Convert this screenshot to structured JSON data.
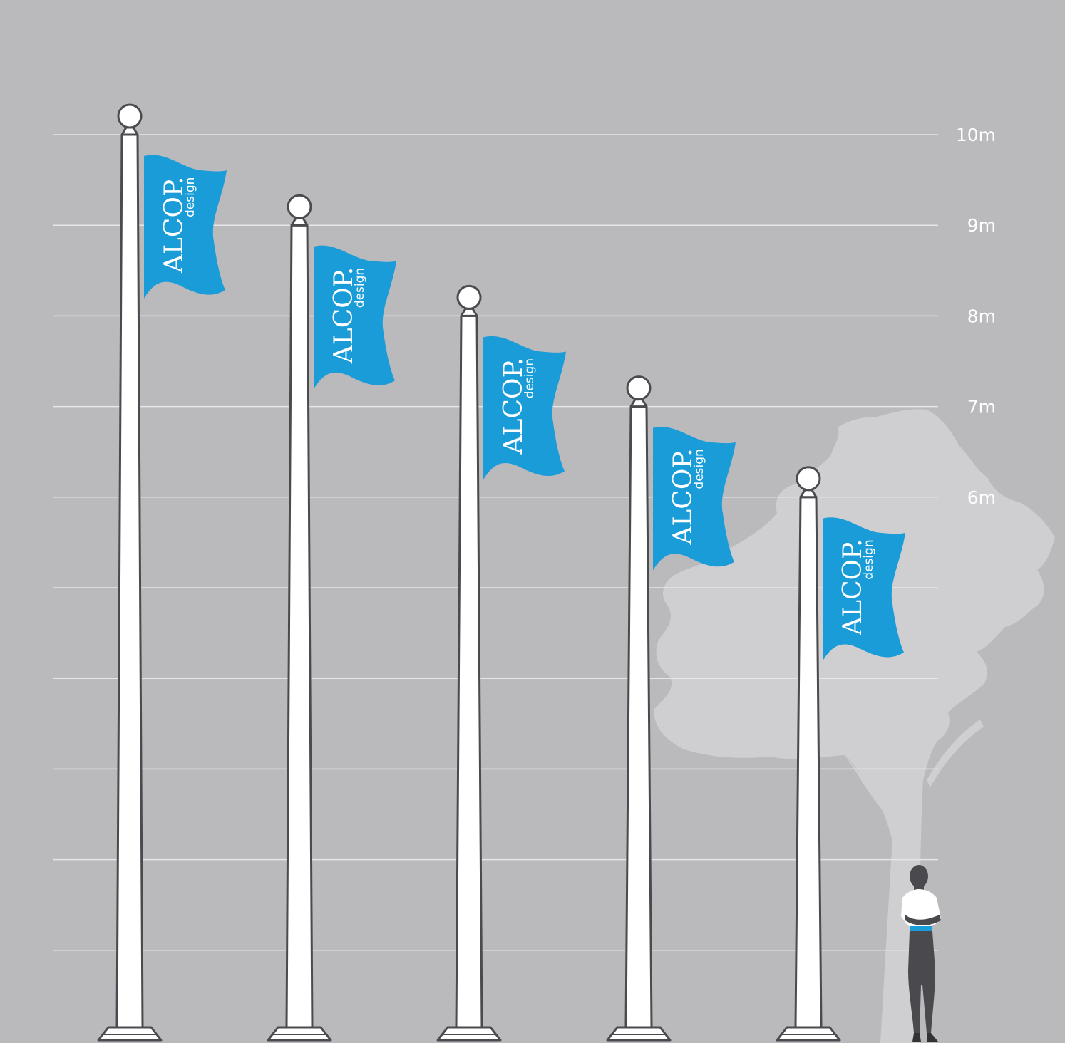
{
  "colors": {
    "background": "#bab9bc",
    "grid_line": "#e6e6e8",
    "tree": "#cfced1",
    "pole_fill": "#ffffff",
    "pole_outline": "#4b4b4f",
    "flag": "#1a9cd8",
    "person_dark": "#4a4a4e",
    "person_shirt": "#ffffff",
    "person_belt": "#1a9cd8"
  },
  "scale": {
    "labels": [
      {
        "value": 10,
        "text": "10m"
      },
      {
        "value": 9,
        "text": "9m"
      },
      {
        "value": 8,
        "text": "8m"
      },
      {
        "value": 7,
        "text": "7m"
      },
      {
        "value": 6,
        "text": "6m"
      }
    ],
    "unlabeled_lines": [
      5,
      4,
      3,
      2,
      1
    ]
  },
  "brand": {
    "main": "ALCOP.",
    "sub": "design"
  },
  "poles": [
    {
      "height_m": 10
    },
    {
      "height_m": 9
    },
    {
      "height_m": 8
    },
    {
      "height_m": 7
    },
    {
      "height_m": 6
    }
  ],
  "icons": {
    "tree": "tree-silhouette-icon",
    "person": "standing-person-icon",
    "finial": "ball-finial-icon"
  }
}
